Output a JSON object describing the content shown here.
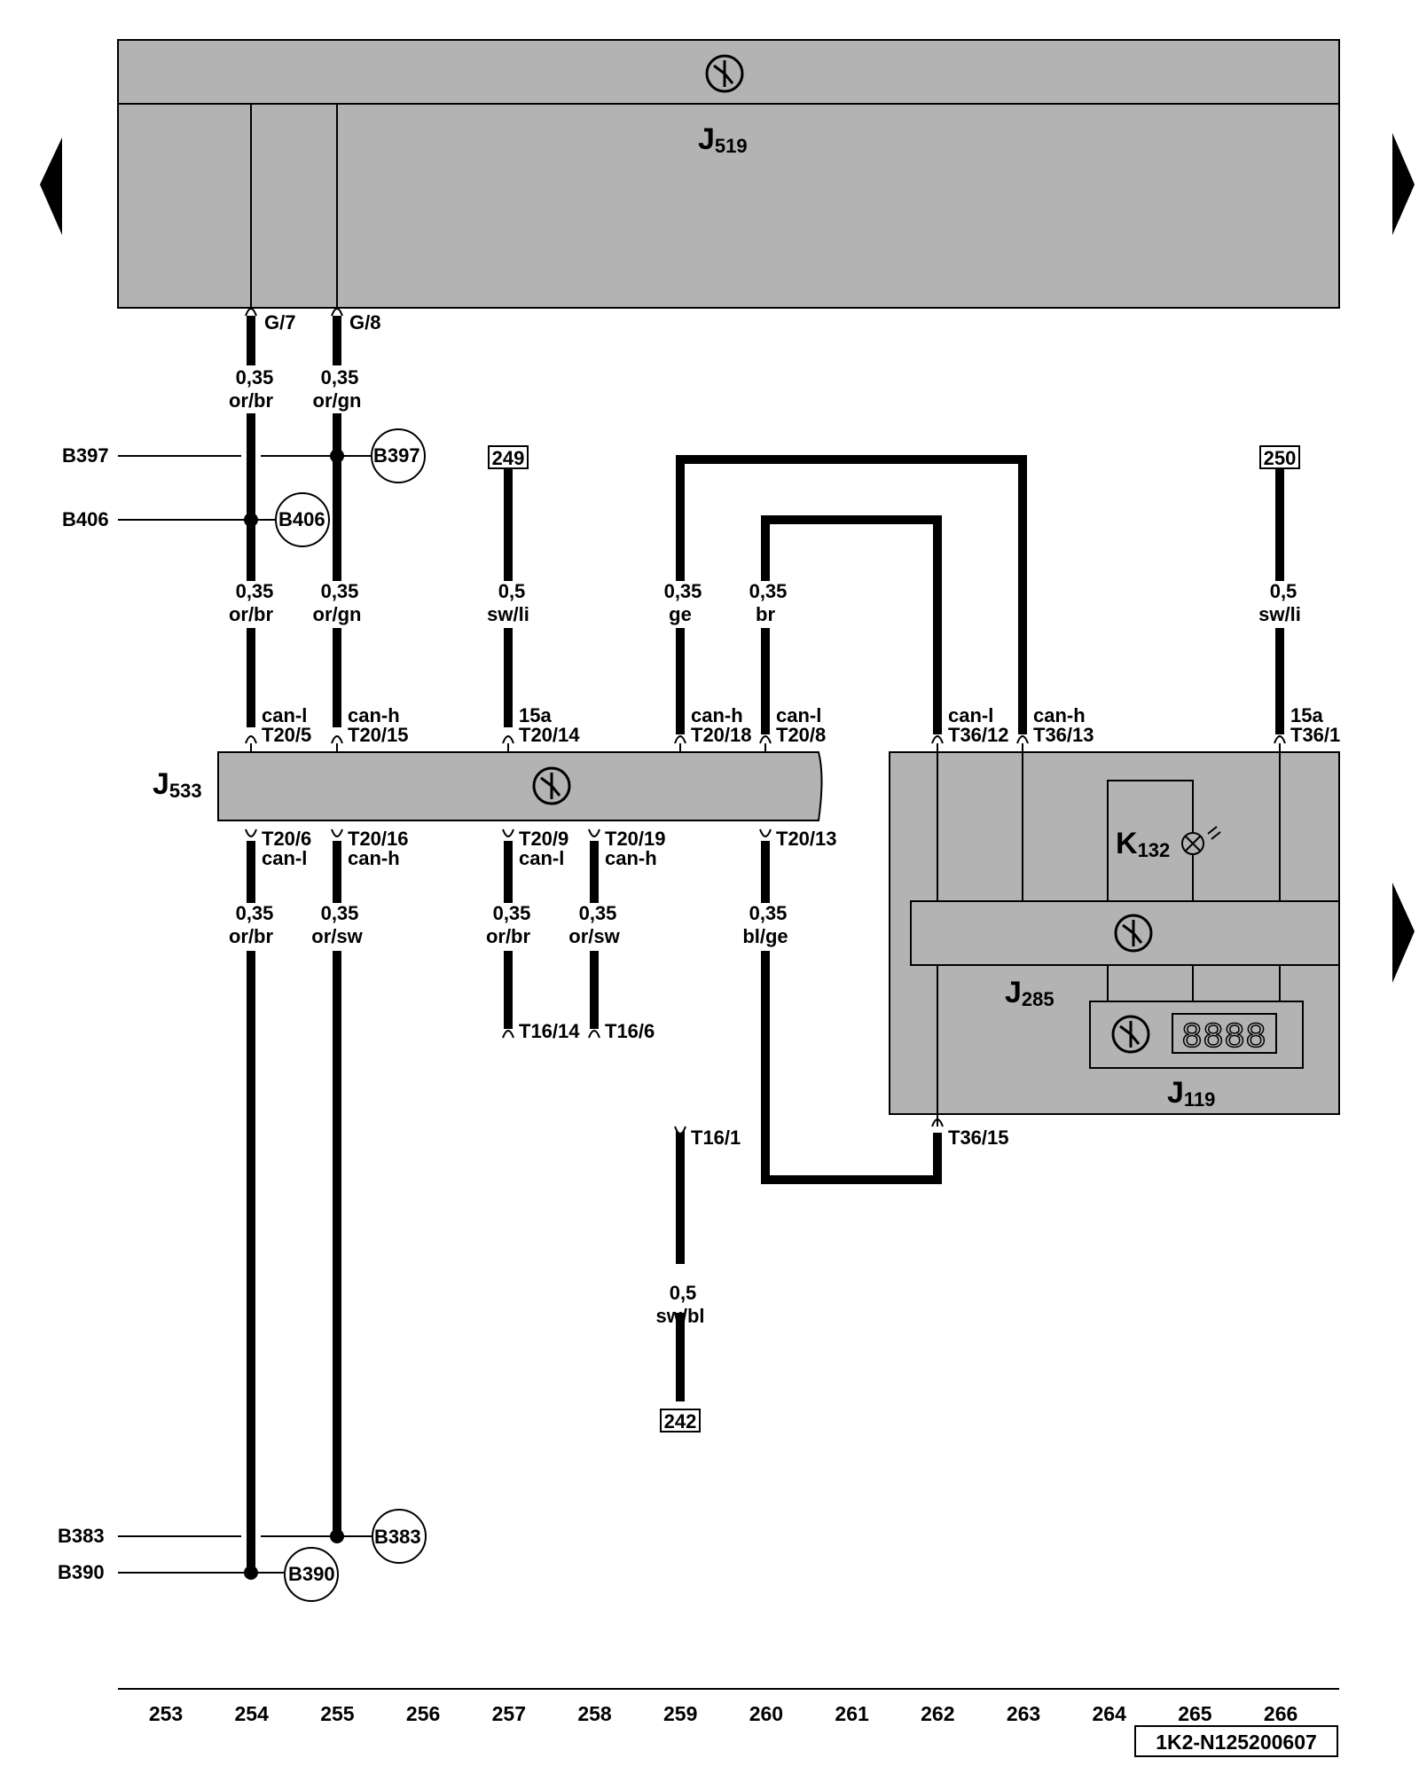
{
  "modules": {
    "J519": {
      "letter": "J",
      "num": "519"
    },
    "J533": {
      "letter": "J",
      "num": "533"
    },
    "J285": {
      "letter": "J",
      "num": "285"
    },
    "J119": {
      "letter": "J",
      "num": "119"
    },
    "K132": {
      "letter": "K",
      "num": "132"
    }
  },
  "display_digits": "8888",
  "pins": {
    "g7": "G/7",
    "g8": "G/8",
    "t20_5": "T20/5",
    "t20_15": "T20/15",
    "t20_14": "T20/14",
    "t20_18": "T20/18",
    "t20_8": "T20/8",
    "t20_6": "T20/6",
    "t20_16": "T20/16",
    "t20_9": "T20/9",
    "t20_19": "T20/19",
    "t20_13": "T20/13",
    "t36_12": "T36/12",
    "t36_13": "T36/13",
    "t36_1": "T36/1",
    "t36_15": "T36/15",
    "t16_14": "T16/14",
    "t16_6": "T16/6",
    "t16_1": "T16/1"
  },
  "signals": {
    "can_l": "can-l",
    "can_h": "can-h",
    "s15a": "15a"
  },
  "wires": {
    "w254a": {
      "size": "0,35",
      "color": "or/br"
    },
    "w255a": {
      "size": "0,35",
      "color": "or/gn"
    },
    "w254b": {
      "size": "0,35",
      "color": "or/br"
    },
    "w255b": {
      "size": "0,35",
      "color": "or/gn"
    },
    "w257": {
      "size": "0,5",
      "color": "sw/li"
    },
    "w259": {
      "size": "0,35",
      "color": "ge"
    },
    "w260": {
      "size": "0,35",
      "color": "br"
    },
    "w266": {
      "size": "0,5",
      "color": "sw/li"
    },
    "w254c": {
      "size": "0,35",
      "color": "or/br"
    },
    "w255c": {
      "size": "0,35",
      "color": "or/sw"
    },
    "w257b": {
      "size": "0,35",
      "color": "or/br"
    },
    "w258": {
      "size": "0,35",
      "color": "or/sw"
    },
    "w260b": {
      "size": "0,35",
      "color": "bl/ge"
    },
    "w259b": {
      "size": "0,5",
      "color": "sw/bl"
    }
  },
  "connections": {
    "B397": "B397",
    "B406": "B406",
    "B383": "B383",
    "B390": "B390"
  },
  "refs": {
    "r249": "249",
    "r250": "250",
    "r242": "242"
  },
  "columns": [
    "253",
    "254",
    "255",
    "256",
    "257",
    "258",
    "259",
    "260",
    "261",
    "262",
    "263",
    "264",
    "265",
    "266"
  ],
  "drawing_code": "1K2-N125200607"
}
